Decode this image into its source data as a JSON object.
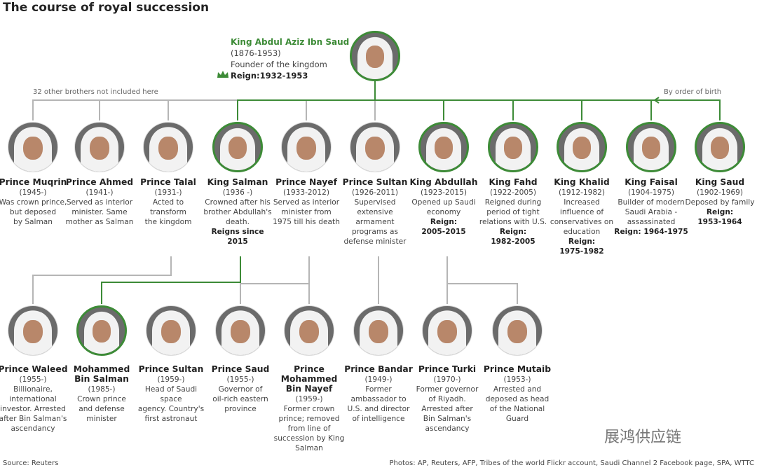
{
  "title": "The course of royal succession",
  "founder": {
    "name": "King Abdul Aziz Ibn Saud",
    "years": "(1876-1953)",
    "desc": "Founder of the kingdom",
    "reign": "Reign:1932-1953",
    "icon": "crown-icon"
  },
  "notes": {
    "left": "32 other brothers not included here",
    "right": "By order of birth"
  },
  "colors": {
    "green": "#3d8b37",
    "gray": "#b5b5b5"
  },
  "top_row": [
    {
      "name": "Prince Muqrin",
      "years": "(1945-)",
      "desc": "Was crown prince,\nbut deposed\nby Salman",
      "reign": ""
    },
    {
      "name": "Prince Ahmed",
      "years": "(1941-)",
      "desc": "Served as interior\nminister. Same\nmother as Salman",
      "reign": ""
    },
    {
      "name": "Prince Talal",
      "years": "(1931-)",
      "desc": "Acted to\ntransform\nthe kingdom",
      "reign": ""
    },
    {
      "name": "King Salman",
      "years": "(1936 -)",
      "desc": "Crowned after his\nbrother Abdullah's\ndeath.",
      "reign": "Reigns since 2015"
    },
    {
      "name": "Prince Nayef",
      "years": "(1933-2012)",
      "desc": "Served as interior\nminister from\n1975 till his death",
      "reign": ""
    },
    {
      "name": "Prince Sultan",
      "years": "(1926-2011)",
      "desc": "Supervised\nextensive\narmament\nprograms as\ndefense minister",
      "reign": ""
    },
    {
      "name": "King Abdullah",
      "years": "(1923-2015)",
      "desc": "Opened up Saudi\neconomy",
      "reign": "Reign:\n2005-2015"
    },
    {
      "name": "King Fahd",
      "years": "(1922-2005)",
      "desc": "Reigned during\nperiod of tight\nrelations with U.S.",
      "reign": "Reign:\n1982-2005"
    },
    {
      "name": "King Khalid",
      "years": "(1912-1982)",
      "desc": "Increased\ninfluence of\nconservatives on\neducation",
      "reign": "Reign:\n1975-1982"
    },
    {
      "name": "King Faisal",
      "years": "(1904-1975)",
      "desc": "Builder of modern\nSaudi Arabia -\nassassinated",
      "reign": "Reign: 1964-1975"
    },
    {
      "name": "King Saud",
      "years": "(1902-1969)",
      "desc": "Deposed by family",
      "reign": "Reign:\n1953-1964"
    }
  ],
  "bottom_row": [
    {
      "name": "Prince Waleed",
      "years": "(1955-)",
      "desc": "Billionaire,\ninternational\ninvestor. Arrested\nafter Bin Salman's\nascendancy",
      "reign": ""
    },
    {
      "name": "Mohammed\nBin Salman",
      "years": "(1985-)",
      "desc": "Crown prince\nand defense\nminister",
      "reign": ""
    },
    {
      "name": "Prince Sultan",
      "years": "(1959-)",
      "desc": "Head of Saudi space\nagency. Country's\nfirst astronaut",
      "reign": ""
    },
    {
      "name": "Prince Saud",
      "years": "(1955-)",
      "desc": "Governor of\noil-rich eastern\nprovince",
      "reign": ""
    },
    {
      "name": "Prince\nMohammed\nBin Nayef",
      "years": "(1959-)",
      "desc": "Former crown\nprince; removed\nfrom line of\nsuccession by King\nSalman",
      "reign": ""
    },
    {
      "name": "Prince Bandar",
      "years": "(1949-)",
      "desc": "Former\nambassador to\nU.S. and director\nof intelligence",
      "reign": ""
    },
    {
      "name": "Prince Turki",
      "years": "(1970-)",
      "desc": "Former governor\nof Riyadh.\nArrested after\nBin Salman's\nascendancy",
      "reign": ""
    },
    {
      "name": "Prince Mutaib",
      "years": "(1953-)",
      "desc": "Arrested and\ndeposed as head\nof the National\nGuard",
      "reign": ""
    }
  ],
  "footer": {
    "source": "Source: Reuters",
    "photos": "Photos: AP, Reuters, AFP, Tribes of the world Flickr account, Saudi Channel 2 Facebook page, SPA, WTTC"
  },
  "watermark": "展鸿供应链"
}
